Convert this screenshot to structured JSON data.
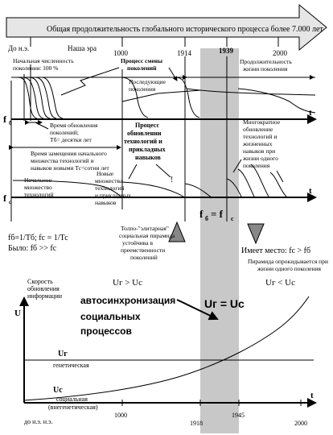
{
  "arrow": {
    "title": "Общая продолжительность глобального исторического процесса более 7.000 лет",
    "ticks": [
      "До н.э.",
      "Наша эра",
      "1000",
      "1914",
      "1939",
      "2000"
    ]
  },
  "top": {
    "initial_generations": "Начальная численность поколения: 100 %",
    "change_process": "Процесс смены поколений",
    "generation_duration": "Продолжительность жизни поколения",
    "next_generations": "Последующие поколения",
    "update_time": "Время обновления поколений; Тб= десятки лет",
    "replacement_time": "Время замещения начального множества технологий и навыков новыми Тс=сотни лет",
    "tech_process": "Процесс обновлении технологий и прикладных навыков",
    "new_sets": "Новые множества технологий и прикладных навыков",
    "initial_set": "Начальное множество технологий",
    "multiple_update": "Многократное обновление технологий и жизненных навыков при жизни одного поколения",
    "exclaim": "!",
    "axis_fb": "б",
    "axis_fc": "с",
    "axis_f": "f",
    "axis_t": "t",
    "equality_f": "f",
    "equality_sub_b": "б",
    "equality_eq": " = f",
    "equality_sub_c": "с",
    "formula_1": "fб=1/Тб; fс = 1/Тс",
    "formula_2": "Было: fб >> fс",
    "pyramid_stable": "Толпо-\"элитарная\" социальная пирамида устойчива в преемственности поколений",
    "takes_place": "Имеет место: fс > fб",
    "pyramid_overturn": "Пирамида опрокидывается при жизни одного поколения"
  },
  "bottom": {
    "update_speed": "Скорость обновления информации",
    "axis_u": "U",
    "axis_t": "t",
    "relation_left": "Uг > Uс",
    "relation_right": "Uг < Uс",
    "autosync_1": "автосинхронизация",
    "autosync_2": "социальных",
    "autosync_3": "процессов",
    "equality": "Uг = Uс",
    "ug": "Uг",
    "ug_desc": "генетическая",
    "uc": "Uс",
    "uc_desc": "социальная (внегенетическая)",
    "xticks": [
      "до н.э.  н.э.",
      "1000",
      "1918",
      "1945",
      "2000"
    ]
  }
}
